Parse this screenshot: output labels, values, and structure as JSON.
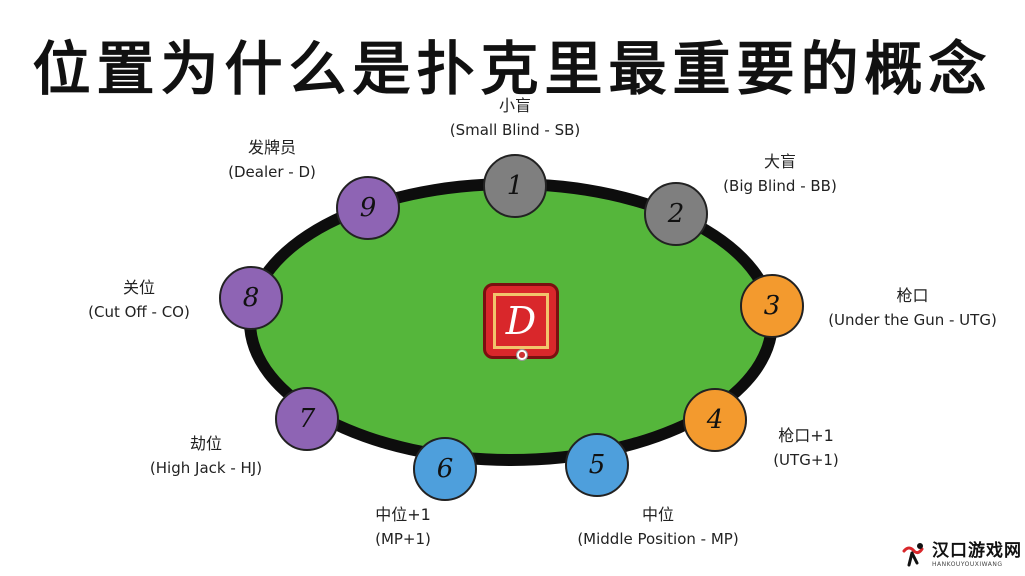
{
  "title": "位置为什么是扑克里最重要的概念",
  "colors": {
    "table": "#55b63b",
    "rim": "#0d0d0d",
    "blinds": "#7f7f7f",
    "early": "#f39a2e",
    "middle": "#4e9fdc",
    "late": "#8e64b4",
    "dealer": "#d9272b"
  },
  "dealer_button": {
    "letter": "D"
  },
  "seats": [
    {
      "number": "1",
      "zh": "小盲",
      "en": "(Small Blind - SB)",
      "color": "#7f7f7f"
    },
    {
      "number": "2",
      "zh": "大盲",
      "en": "(Big Blind - BB)",
      "color": "#7f7f7f"
    },
    {
      "number": "3",
      "zh": "枪口",
      "en": "(Under the Gun - UTG)",
      "color": "#f39a2e"
    },
    {
      "number": "4",
      "zh": "枪口+1",
      "en": "(UTG+1)",
      "color": "#f39a2e"
    },
    {
      "number": "5",
      "zh": "中位",
      "en": "(Middle Position - MP)",
      "color": "#4e9fdc"
    },
    {
      "number": "6",
      "zh": "中位+1",
      "en": "(MP+1)",
      "color": "#4e9fdc"
    },
    {
      "number": "7",
      "zh": "劫位",
      "en": "(High Jack - HJ)",
      "color": "#8e64b4"
    },
    {
      "number": "8",
      "zh": "关位",
      "en": "(Cut Off - CO)",
      "color": "#8e64b4"
    },
    {
      "number": "9",
      "zh": "发牌员",
      "en": "(Dealer - D)",
      "color": "#8e64b4"
    }
  ],
  "watermark": {
    "main": "汉口游戏网",
    "sub": "HANKOUYOUXIWANG",
    "icon": "runner-logo-icon"
  }
}
